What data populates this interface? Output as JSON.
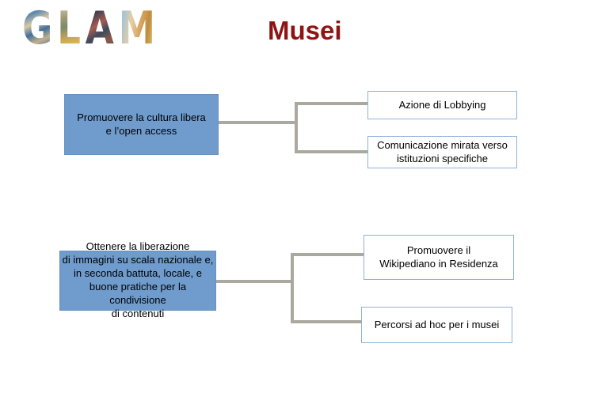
{
  "header": {
    "logo": {
      "letters": [
        "G",
        "L",
        "A",
        "M"
      ]
    },
    "title": "Musei",
    "title_color": "#8e1414"
  },
  "diagram": {
    "connector_color": "#aaa89f",
    "source_box_fill": "#6f9bcd",
    "target_box_border": "#8fb2d8",
    "groups": [
      {
        "source": "Promuovere la cultura libera\ne l’open access",
        "targets": [
          "Azione di Lobbying",
          "Comunicazione mirata verso\nistituzioni specifiche"
        ]
      },
      {
        "source": "Ottenere la liberazione\ndi immagini su scala nazionale e,\nin seconda battuta, locale, e\nbuone pratiche per la condivisione\ndi contenuti",
        "targets": [
          "Promuovere il\nWikipediano in Residenza",
          "Percorsi ad hoc per i musei"
        ]
      }
    ]
  }
}
